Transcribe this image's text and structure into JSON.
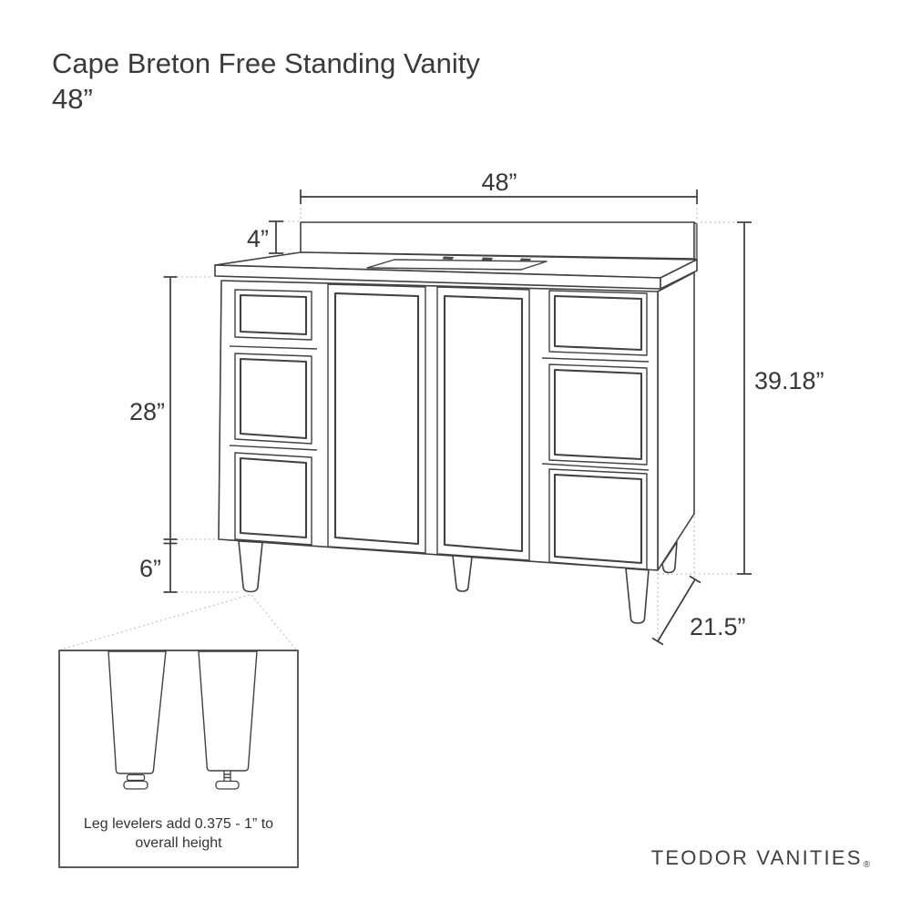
{
  "title": {
    "line1": "Cape Breton Free Standing Vanity",
    "line2": "48”"
  },
  "dimensions": {
    "width": "48”",
    "backsplash_height": "4”",
    "cabinet_height": "28”",
    "leg_height": "6”",
    "overall_height": "39.18”",
    "depth": "21.5”"
  },
  "callout": {
    "line1": "Leg levelers add 0.375 - 1” to",
    "line2": "overall height"
  },
  "brand": {
    "wordmark": "TEODOR VANITIES",
    "registered": "®"
  },
  "colors": {
    "line": "#414141",
    "dim_text": "#383838",
    "dotted_guide": "#c8c8c8",
    "backsplash_edge_shading": "#c9c9c9",
    "background": "#ffffff"
  }
}
